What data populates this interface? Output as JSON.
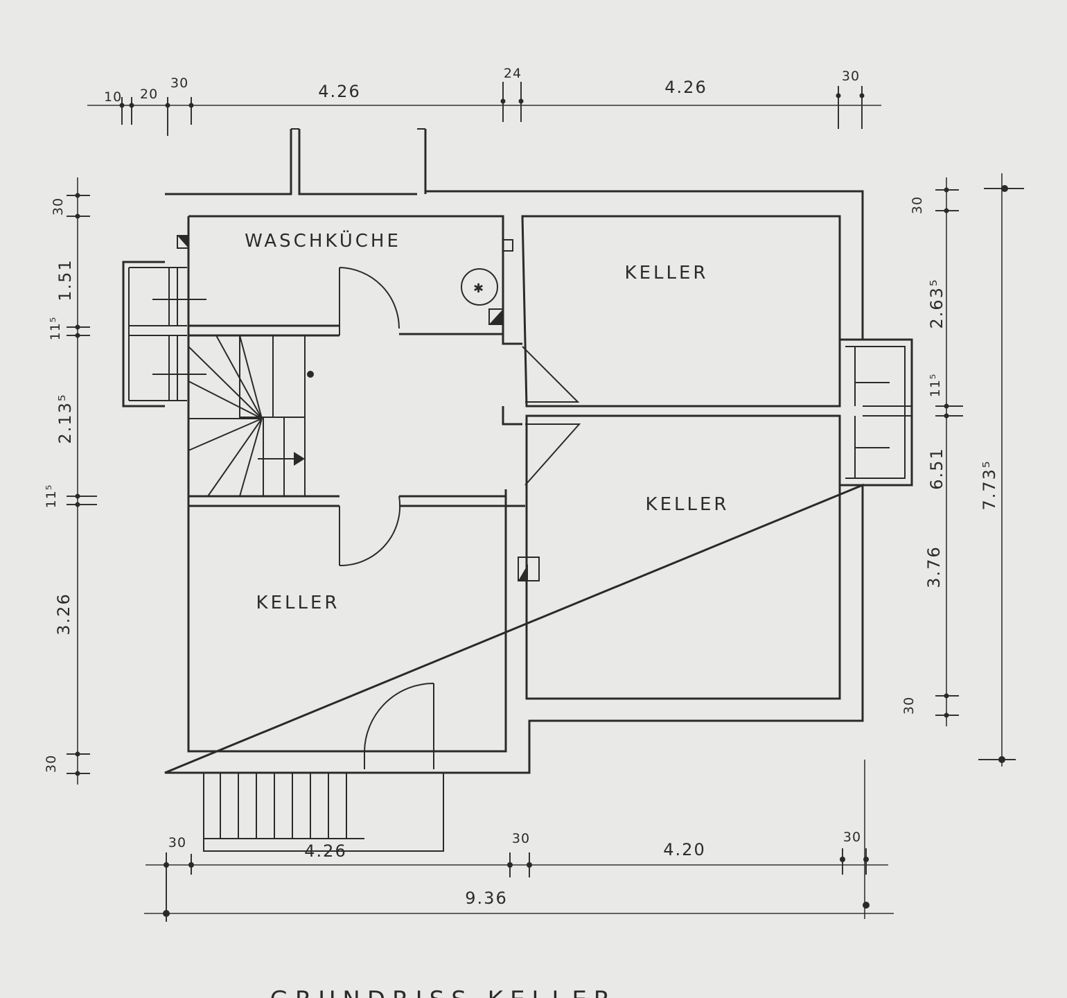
{
  "rooms": {
    "waschkueche": "WASCHKÜCHE",
    "keller_top_right": "KELLER",
    "keller_right": "KELLER",
    "keller_left": "KELLER"
  },
  "dims_top": {
    "d10": "10",
    "d20": "20",
    "d30_a": "30",
    "w426_a": "4.26",
    "d24": "24",
    "w426_b": "4.26",
    "d30_b": "30"
  },
  "dims_bottom": {
    "d30_a": "30",
    "w426": "4.26",
    "d30_b": "30",
    "w420": "4.20",
    "d30_c": "30",
    "total": "9.36"
  },
  "dims_left": {
    "d30_top": "30",
    "h151": "1.51",
    "d115_a": "11⁵",
    "h2135": "2.13⁵",
    "d115_b": "11⁵",
    "h326": "3.26",
    "d30_bottom": "30"
  },
  "dims_right": {
    "d30_top": "30",
    "h2635": "2.63⁵",
    "d115": "11⁵",
    "h651": "6.51",
    "h376": "3.76",
    "d30_bottom": "30",
    "total": "7.73⁵"
  },
  "footer": {
    "title": "GRUNDRISS KELLER"
  }
}
